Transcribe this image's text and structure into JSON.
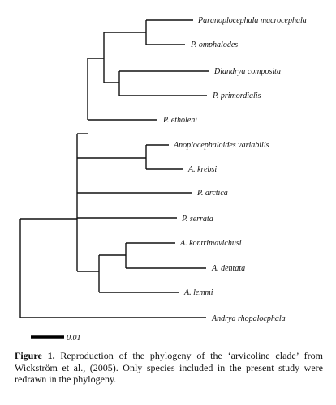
{
  "taxa": [
    {
      "id": "t1",
      "label": "Paranoplocephala macrocephala"
    },
    {
      "id": "t2",
      "label": "P. omphalodes"
    },
    {
      "id": "t3",
      "label": "Diandrya composita"
    },
    {
      "id": "t4",
      "label": "P. primordialis"
    },
    {
      "id": "t5",
      "label": "P. etholeni"
    },
    {
      "id": "t6",
      "label": "Anoplocephaloides variabilis"
    },
    {
      "id": "t7",
      "label": "A. krebsi"
    },
    {
      "id": "t8",
      "label": "P. arctica"
    },
    {
      "id": "t9",
      "label": "P. serrata"
    },
    {
      "id": "t10",
      "label": "A. kontrimavichusi"
    },
    {
      "id": "t11",
      "label": "A. dentata"
    },
    {
      "id": "t12",
      "label": "A. lemmi"
    },
    {
      "id": "t13",
      "label": "Andrya rhopalocphala"
    }
  ],
  "scale_bar": {
    "label": "0.01"
  },
  "caption": {
    "figure_label": "Figure 1.",
    "text": "Reproduction of the phylogeny of the ‘arvicoline clade’ from Wickström et al., (2005). Only species included in the present study were redrawn in the phylogeny."
  }
}
